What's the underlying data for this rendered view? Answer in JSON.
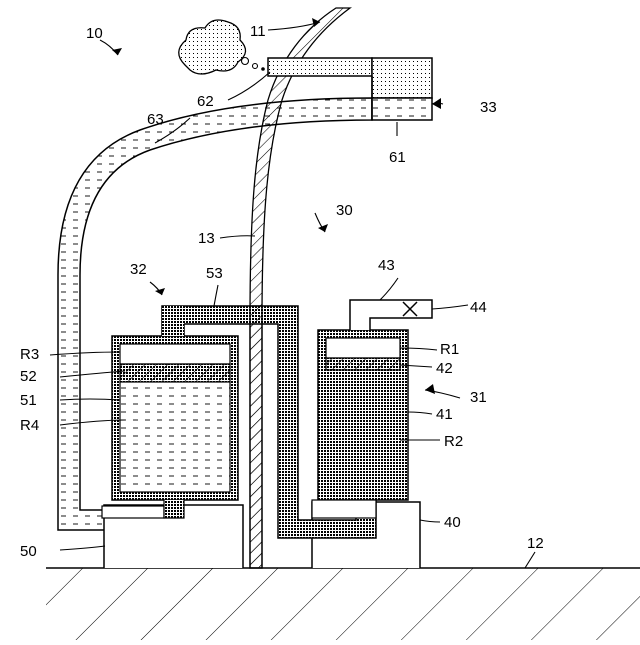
{
  "labels": {
    "l10": "10",
    "l11": "11",
    "l12": "12",
    "l13": "13",
    "l30": "30",
    "l31": "31",
    "l32": "32",
    "l33": "33",
    "l40": "40",
    "l41": "41",
    "l42": "42",
    "l43": "43",
    "l44": "44",
    "l50": "50",
    "l51": "51",
    "l52": "52",
    "l53": "53",
    "l61": "61",
    "l62": "62",
    "l63": "63",
    "R1": "R1",
    "R2": "R2",
    "R3": "R3",
    "R4": "R4"
  }
}
